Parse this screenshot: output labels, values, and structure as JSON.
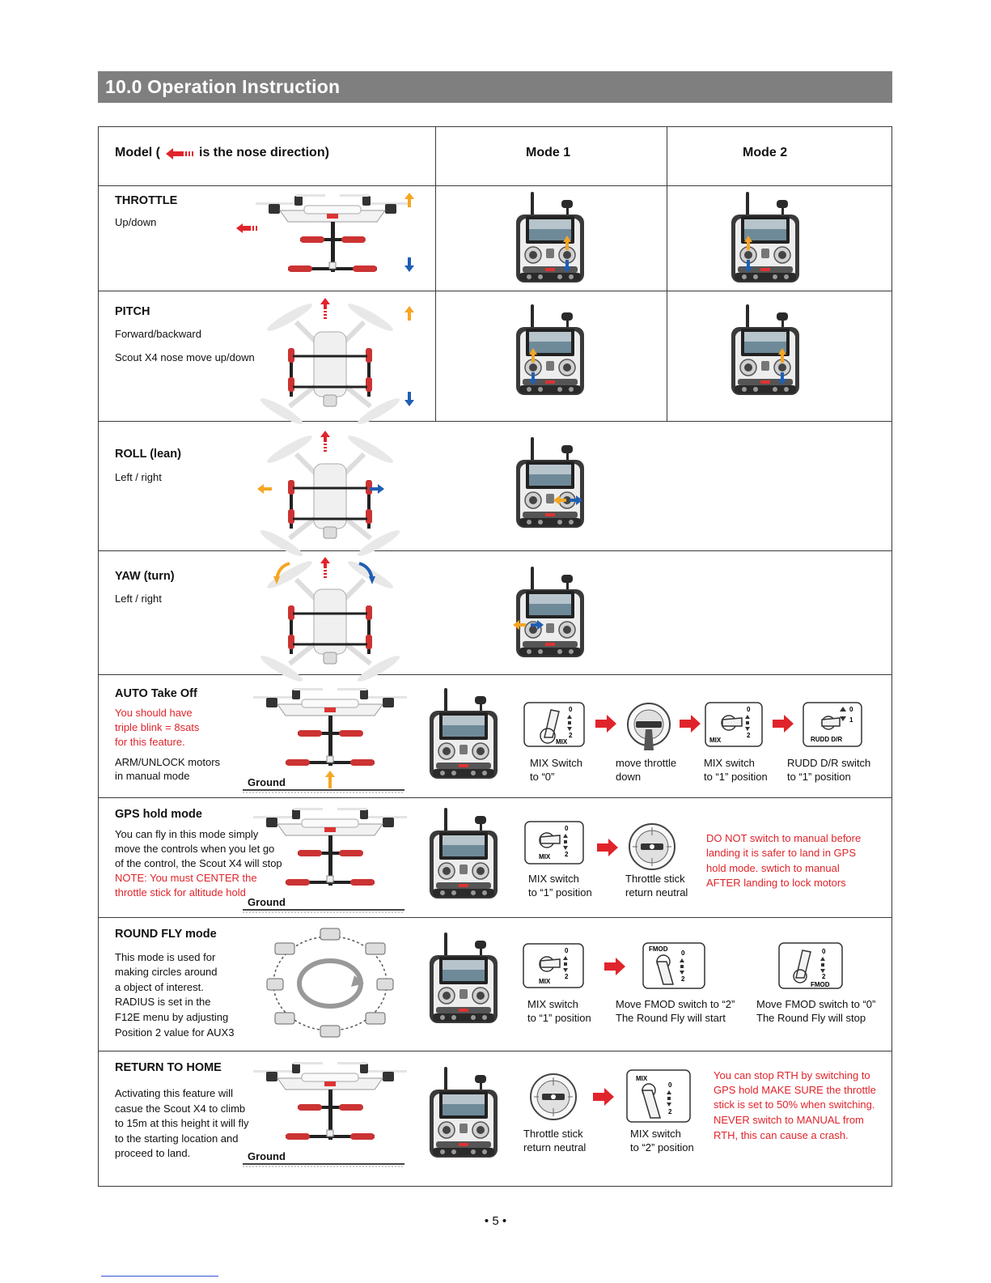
{
  "section_title": "10.0 Operation Instruction",
  "header": {
    "model_pre": "Model (",
    "model_post": "is the nose direction)",
    "mode1": "Mode 1",
    "mode2": "Mode 2"
  },
  "rows": {
    "throttle": {
      "title": "THROTTLE",
      "desc": "Up/down"
    },
    "pitch": {
      "title": "PITCH",
      "desc1": "Forward/backward",
      "desc2": "Scout X4 nose move up/down"
    },
    "roll": {
      "title": "ROLL (lean)",
      "desc": "Left / right"
    },
    "yaw": {
      "title": "YAW (turn)",
      "desc": "Left / right"
    },
    "auto": {
      "title": "AUTO Take Off",
      "red": [
        "You should have",
        "triple blink = 8sats",
        "for this feature."
      ],
      "desc": [
        "ARM/UNLOCK motors",
        "in manual mode"
      ],
      "ground": "Ground",
      "steps": [
        {
          "l1": "MIX Switch",
          "l2": "to “0”"
        },
        {
          "l1": "move throttle",
          "l2": "down"
        },
        {
          "l1": "MIX switch",
          "l2": "to “1” position"
        },
        {
          "l1": "RUDD D/R switch",
          "l2": "to “1” position"
        }
      ]
    },
    "gps": {
      "title": "GPS hold mode",
      "desc": [
        "You can fly in this mode simply",
        "move the controls when you let go",
        "of the control, the Scout X4 will stop"
      ],
      "red": [
        "NOTE: You must CENTER the",
        "throttle stick for altitude hold"
      ],
      "ground": "Ground",
      "steps": [
        {
          "l1": "MIX switch",
          "l2": "to “1” position"
        },
        {
          "l1": "Throttle stick",
          "l2": "return neutral"
        }
      ],
      "warning": [
        "DO NOT switch to manual before",
        "landing it is safer to land in GPS",
        "hold mode. swtich to manual",
        "AFTER landing to lock motors"
      ]
    },
    "round": {
      "title": "ROUND FLY mode",
      "desc": [
        "This mode is used for",
        "making circles around",
        "a object of interest.",
        "RADIUS is set in the",
        "F12E menu by adjusting",
        "Position 2 value for AUX3"
      ],
      "steps": [
        {
          "l1": "MIX switch",
          "l2": "to “1” position"
        },
        {
          "l1": "Move FMOD switch to “2”",
          "l2": "The Round Fly will start"
        },
        {
          "l1": "Move FMOD switch to “0”",
          "l2": "The Round Fly will stop"
        }
      ]
    },
    "rth": {
      "title": "RETURN TO HOME",
      "desc": [
        "Activating this feature will",
        "casue the Scout X4 to climb",
        "to 15m at this height it will fly",
        "to the starting location and",
        "proceed to land."
      ],
      "ground": "Ground",
      "steps": [
        {
          "l1": "Throttle stick",
          "l2": "return neutral"
        },
        {
          "l1": "MIX switch",
          "l2": "to “2” position"
        }
      ],
      "warning": [
        "You can stop RTH by switching to",
        "GPS hold MAKE SURE the throttle",
        "stick is set to 50% when switching.",
        "NEVER switch to MANUAL from",
        "RTH, this can cause a crash."
      ]
    }
  },
  "switch_labels": {
    "mix": "MIX",
    "fmod": "FMOD",
    "rudd": "RUDD D/R",
    "pos0": "0",
    "pos1": "1",
    "pos2": "2"
  },
  "page_number": "•  5  •",
  "colors": {
    "header_bg": "#7f7f7f",
    "red": "#e0242b",
    "orange": "#f5a623",
    "blue": "#1f5fb3"
  }
}
